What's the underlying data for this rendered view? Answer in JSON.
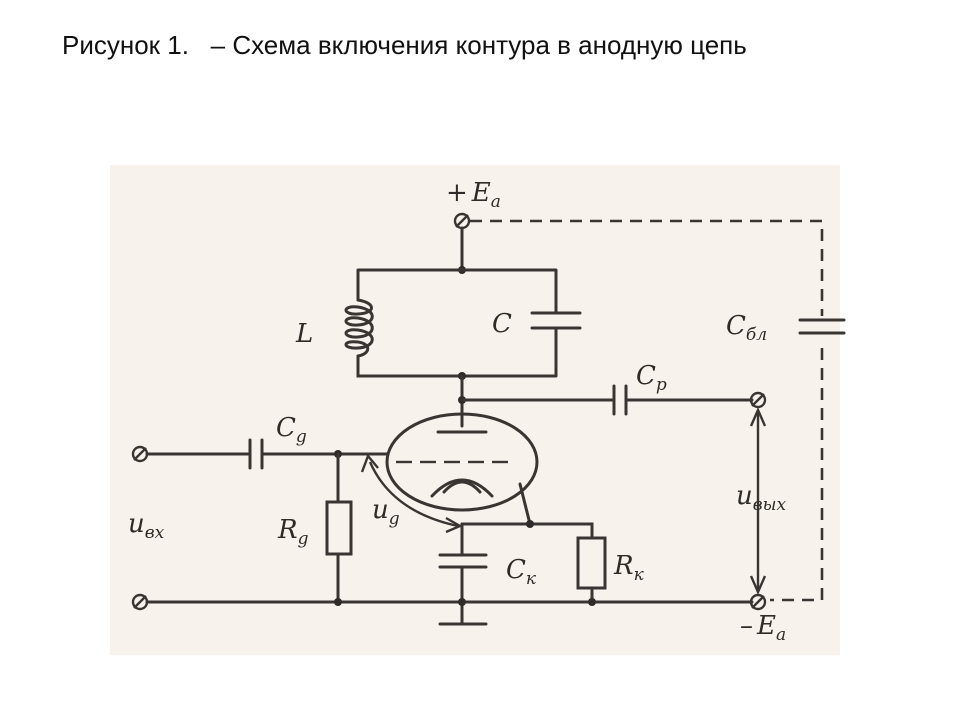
{
  "caption": "Рисунок 1.   – Схема включения контура в анодную цепь",
  "colors": {
    "ink": "#2f2b28",
    "paper": "#f4efe6"
  },
  "labels": {
    "ea_top": {
      "sign": "+",
      "main": "E",
      "sub": "a"
    },
    "ea_bottom": {
      "sign": "–",
      "main": "E",
      "sub": "a"
    },
    "L": "L",
    "C": "C",
    "Cbl": {
      "main": "C",
      "sub": "бл"
    },
    "Cp": {
      "main": "C",
      "sub": "p"
    },
    "Cg": {
      "main": "C",
      "sub": "g"
    },
    "Rg": {
      "main": "R",
      "sub": "g"
    },
    "ug": {
      "main": "u",
      "sub": "g"
    },
    "uin": {
      "main": "u",
      "sub": "вх"
    },
    "uout": {
      "main": "u",
      "sub": "вых"
    },
    "Ck": {
      "main": "C",
      "sub": "к"
    },
    "Rk": {
      "main": "R",
      "sub": "к"
    }
  }
}
